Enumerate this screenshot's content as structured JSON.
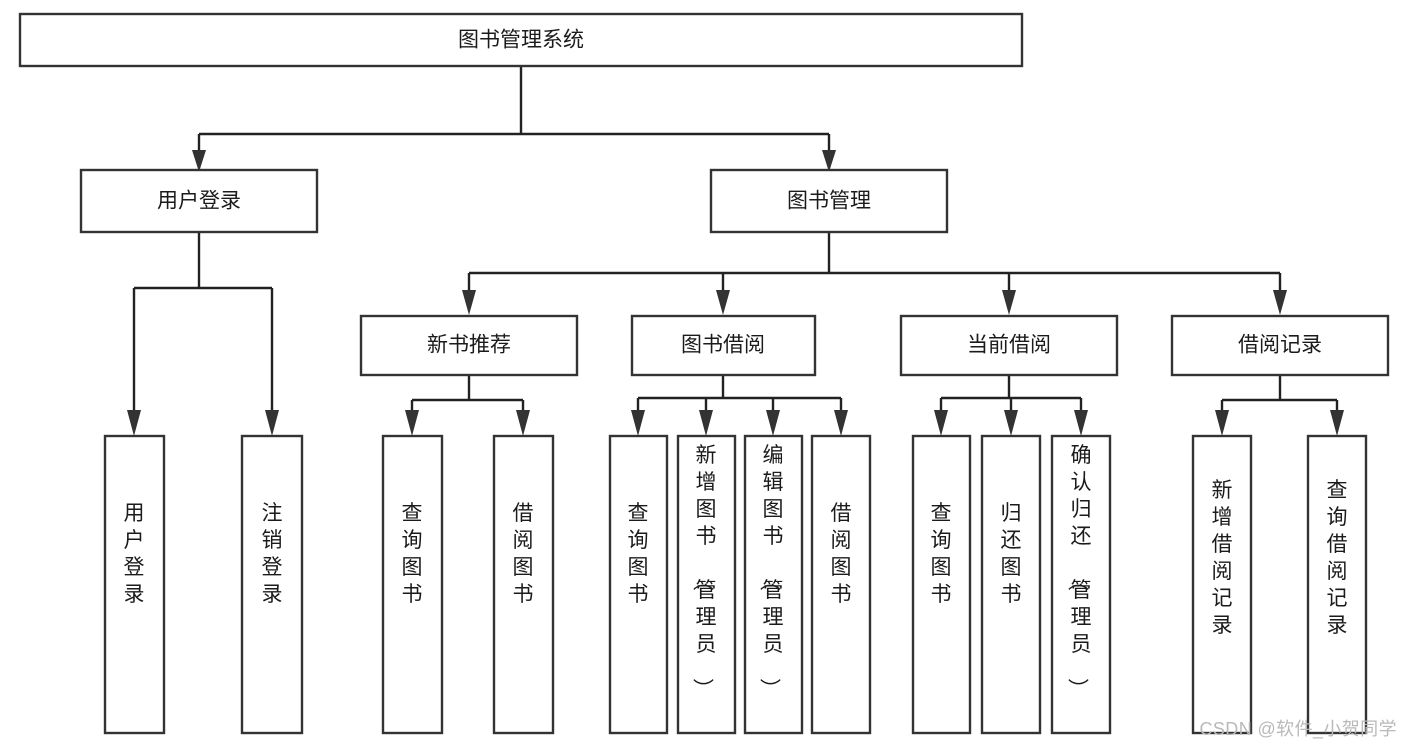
{
  "diagram": {
    "type": "tree-hierarchy",
    "orientation": "top-down",
    "title": "图书管理系统",
    "watermark": "CSDN @软件_小贺同学",
    "colors": {
      "box_fill": "#ffffff",
      "box_stroke": "#333333",
      "connector": "#222222",
      "text": "#1b1b1b",
      "watermark": "#b9b9b9"
    },
    "levels": {
      "level1": [
        {
          "id": "root",
          "label": "图书管理系统",
          "text_orientation": "horizontal"
        }
      ],
      "level2": [
        {
          "id": "user-login",
          "label": "用户登录",
          "text_orientation": "horizontal",
          "parent": "root"
        },
        {
          "id": "book-manage",
          "label": "图书管理",
          "text_orientation": "horizontal",
          "parent": "root"
        }
      ],
      "level3": [
        {
          "id": "new-book-recommend",
          "label": "新书推荐",
          "text_orientation": "horizontal",
          "parent": "book-manage"
        },
        {
          "id": "book-borrow",
          "label": "图书借阅",
          "text_orientation": "horizontal",
          "parent": "book-manage"
        },
        {
          "id": "current-borrow",
          "label": "当前借阅",
          "text_orientation": "horizontal",
          "parent": "book-manage"
        },
        {
          "id": "borrow-record",
          "label": "借阅记录",
          "text_orientation": "horizontal",
          "parent": "book-manage"
        }
      ],
      "leaves": [
        {
          "id": "leaf-user-login",
          "label": "用户登录",
          "text_orientation": "vertical",
          "parent": "user-login"
        },
        {
          "id": "leaf-logout-login",
          "label": "注销登录",
          "text_orientation": "vertical",
          "parent": "user-login"
        },
        {
          "id": "leaf-query-book-1",
          "label": "查询图书",
          "text_orientation": "vertical",
          "parent": "new-book-recommend"
        },
        {
          "id": "leaf-borrow-book-1",
          "label": "借阅图书",
          "text_orientation": "vertical",
          "parent": "new-book-recommend"
        },
        {
          "id": "leaf-query-book-2",
          "label": "查询图书",
          "text_orientation": "vertical",
          "parent": "book-borrow"
        },
        {
          "id": "leaf-add-book",
          "label": "新增图书（管理员）",
          "text_orientation": "vertical",
          "parent": "book-borrow"
        },
        {
          "id": "leaf-edit-book",
          "label": "编辑图书（管理员）",
          "text_orientation": "vertical",
          "parent": "book-borrow"
        },
        {
          "id": "leaf-borrow-book-2",
          "label": "借阅图书",
          "text_orientation": "vertical",
          "parent": "book-borrow"
        },
        {
          "id": "leaf-query-book-3",
          "label": "查询图书",
          "text_orientation": "vertical",
          "parent": "current-borrow"
        },
        {
          "id": "leaf-return-book",
          "label": "归还图书",
          "text_orientation": "vertical",
          "parent": "current-borrow"
        },
        {
          "id": "leaf-confirm-return",
          "label": "确认归还（管理员）",
          "text_orientation": "vertical",
          "parent": "current-borrow"
        },
        {
          "id": "leaf-add-record",
          "label": "新增借阅记录",
          "text_orientation": "vertical",
          "parent": "borrow-record"
        },
        {
          "id": "leaf-query-record",
          "label": "查询借阅记录",
          "text_orientation": "vertical",
          "parent": "borrow-record"
        }
      ]
    }
  }
}
